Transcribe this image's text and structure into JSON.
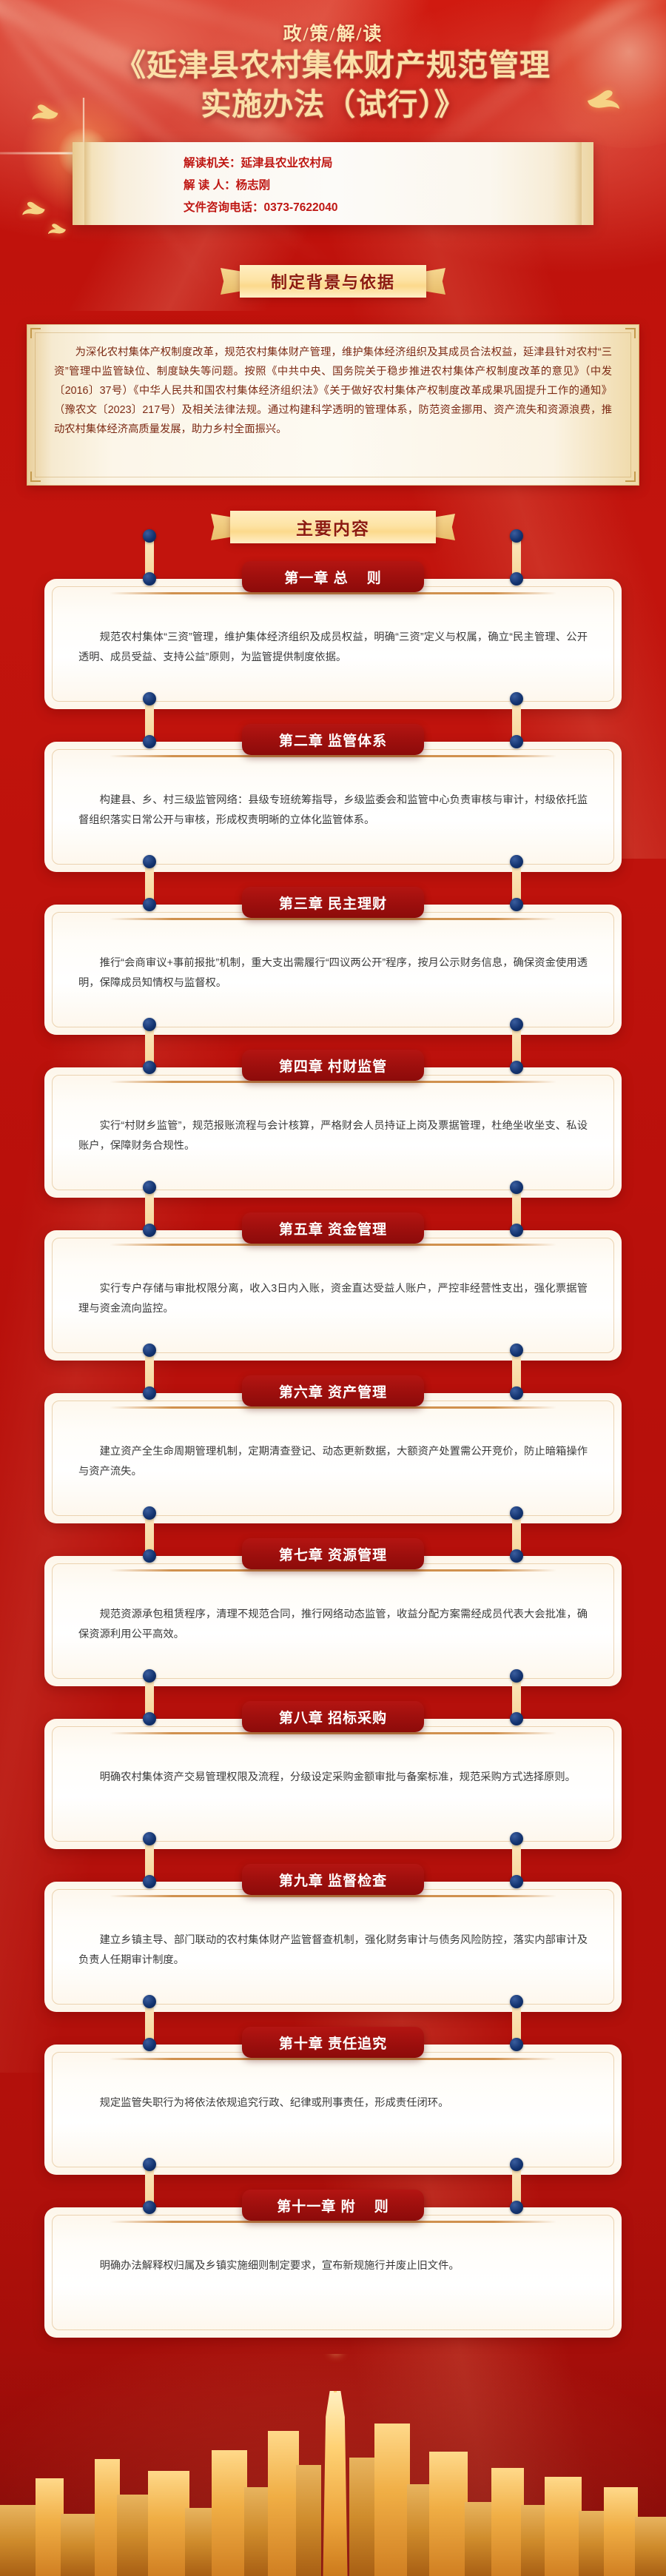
{
  "header": {
    "kicker": "政/策/解/读",
    "title_line1": "《延津县农村集体财产规范管理",
    "title_line2": "实施办法（试行）》"
  },
  "info_card": {
    "line1": "解读机关：延津县农业农村局",
    "line2": "解 读 人：杨志刚",
    "line3": "文件咨询电话：0373-7622040"
  },
  "section_background": {
    "ribbon_label": "制定背景与依据",
    "paragraph": "为深化农村集体产权制度改革，规范农村集体财产管理，维护集体经济组织及其成员合法权益，延津县针对农村“三资”管理中监管缺位、制度缺失等问题。按照《中共中央、国务院关于稳步推进农村集体产权制度改革的意见》（中发〔2016〕37号）《中华人民共和国农村集体经济组织法》《关于做好农村集体产权制度改革成果巩固提升工作的通知》（豫农文〔2023〕217号）及相关法律法规。通过构建科学透明的管理体系，防范资金挪用、资产流失和资源浪费，推动农村集体经济高质量发展，助力乡村全面振兴。"
  },
  "section_main": {
    "ribbon_label": "主要内容",
    "chapters": [
      {
        "title": "第一章 总    则",
        "text": "规范农村集体“三资”管理，维护集体经济组织及成员权益，明确“三资”定义与权属，确立“民主管理、公开透明、成员受益、支持公益”原则，为监管提供制度依据。"
      },
      {
        "title": "第二章 监管体系",
        "text": "构建县、乡、村三级监管网络：县级专班统筹指导，乡级监委会和监管中心负责审核与审计，村级依托监督组织落实日常公开与审核，形成权责明晰的立体化监管体系。"
      },
      {
        "title": "第三章 民主理财",
        "text": "推行“会商审议+事前报批”机制，重大支出需履行“四议两公开”程序，按月公示财务信息，确保资金使用透明，保障成员知情权与监督权。"
      },
      {
        "title": "第四章 村财监管",
        "text": "实行“村财乡监管”，规范报账流程与会计核算，严格财会人员持证上岗及票据管理，杜绝坐收坐支、私设账户，保障财务合规性。"
      },
      {
        "title": "第五章 资金管理",
        "text": "实行专户存储与审批权限分离，收入3日内入账，资金直达受益人账户，严控非经营性支出，强化票据管理与资金流向监控。"
      },
      {
        "title": "第六章 资产管理",
        "text": "建立资产全生命周期管理机制，定期清查登记、动态更新数据，大额资产处置需公开竞价，防止暗箱操作与资产流失。"
      },
      {
        "title": "第七章 资源管理",
        "text": "规范资源承包租赁程序，清理不规范合同，推行网络动态监管，收益分配方案需经成员代表大会批准，确保资源利用公平高效。"
      },
      {
        "title": "第八章 招标采购",
        "text": "明确农村集体资产交易管理权限及流程，分级设定采购金额审批与备案标准，规范采购方式选择原则。"
      },
      {
        "title": "第九章 监督检查",
        "text": "建立乡镇主导、部门联动的农村集体财产监管督查机制，强化财务审计与债务风险防控，落实内部审计及负责人任期审计制度。"
      },
      {
        "title": "第十章 责任追究",
        "text": "规定监管失职行为将依法依规追究行政、纪律或刑事责任，形成责任闭环。"
      },
      {
        "title": "第十一章 附    则",
        "text": "明确办法解释权归属及乡镇实施细则制定要求，宣布新规施行并废止旧文件。"
      }
    ]
  },
  "colors": {
    "bg_red": "#b9100b",
    "badge_red": "#9d0f0d",
    "gold": "#f7d79a",
    "cream": "#fdf6ea",
    "title_gold": "#fbe0a8",
    "pin_blue": "#12326e"
  }
}
